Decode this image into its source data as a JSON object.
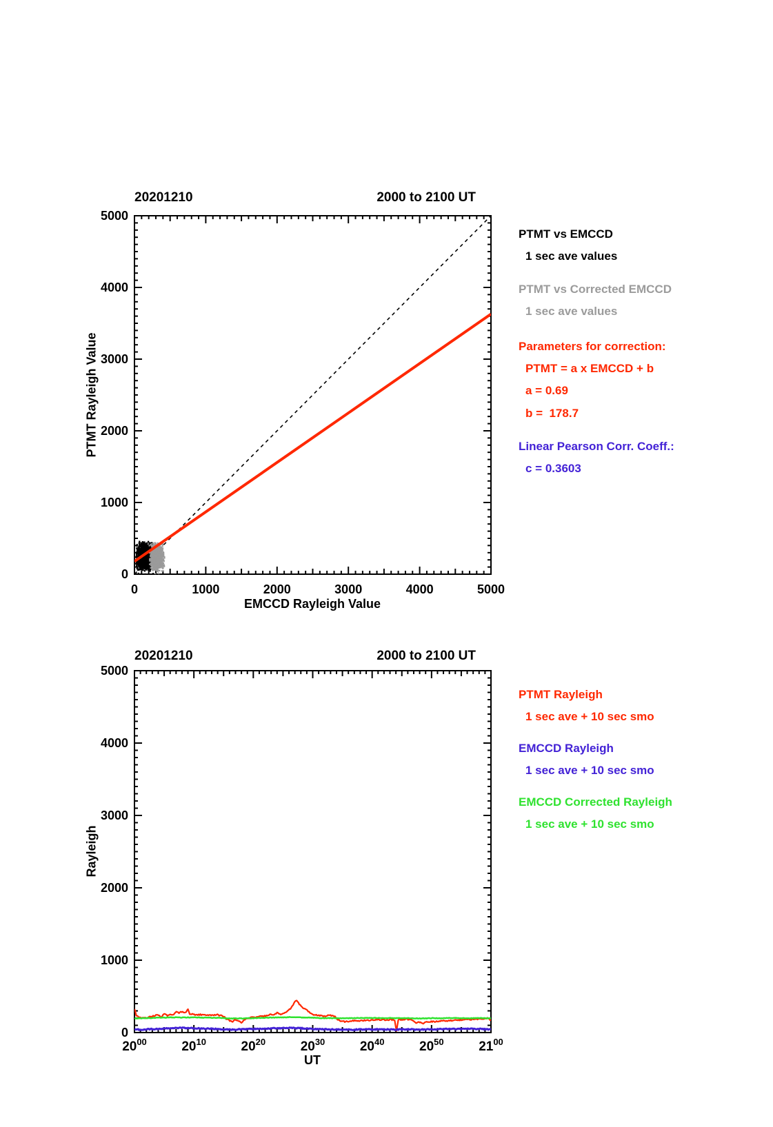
{
  "chart_data": [
    {
      "type": "scatter",
      "title_left": "20201210",
      "title_right": "2000 to 2100 UT",
      "xlabel": "EMCCD Rayleigh Value",
      "ylabel": "PTMT Rayleigh Value",
      "xlim": [
        0,
        5000
      ],
      "ylim": [
        0,
        5000
      ],
      "grid": false,
      "xticks": {
        "major": 1000,
        "mid": 500,
        "minor": 100,
        "labels": [
          "0",
          "1000",
          "2000",
          "3000",
          "4000",
          "5000"
        ]
      },
      "yticks": {
        "major": 1000,
        "minor": 100,
        "labels": [
          "0",
          "1000",
          "2000",
          "3000",
          "4000",
          "5000"
        ]
      },
      "clusters": [
        {
          "name": "PTMT vs EMCCD 1 sec ave values",
          "color": "#000000",
          "x_min": 10,
          "x_max": 270,
          "y_min": 40,
          "y_max": 460,
          "n": 1400,
          "seed": 7,
          "outliers": [
            [
              20,
              8
            ],
            [
              55,
              12
            ],
            [
              95,
              4
            ],
            [
              260,
              10
            ],
            [
              150,
              2
            ]
          ]
        },
        {
          "name": "PTMT vs Corrected EMCCD 1 sec ave values",
          "color": "#9b9b9b",
          "x_min": 205,
          "x_max": 425,
          "y_min": 30,
          "y_max": 450,
          "n": 950,
          "seed": 13,
          "outliers": [
            [
              290,
              6
            ],
            [
              340,
              12
            ]
          ]
        }
      ],
      "ref_line": {
        "name": "one-to-one-line",
        "x": [
          0,
          5000
        ],
        "y": [
          0,
          5000
        ],
        "dashed": true,
        "color": "#000000"
      },
      "fit_line": {
        "name": "correction-fit-line",
        "a": 0.69,
        "b": 178.7,
        "color": "#ff2800",
        "width": 4
      },
      "fit": {
        "a": "0.69",
        "b": "178.7",
        "c": "0.3603"
      },
      "legend": [
        {
          "text": "PTMT vs EMCCD",
          "color": "#000000",
          "indent": false
        },
        {
          "text": "1 sec ave values",
          "color": "#000000",
          "indent": true
        },
        {
          "text": "PTMT vs Corrected EMCCD",
          "color": "#9b9b9b",
          "indent": false
        },
        {
          "text": "1 sec ave values",
          "color": "#9b9b9b",
          "indent": true
        },
        {
          "text": "Parameters for correction:",
          "color": "#ff2800",
          "indent": false
        },
        {
          "text": "PTMT = a x EMCCD + b",
          "color": "#ff2800",
          "indent": true
        },
        {
          "text": "a = 0.69",
          "color": "#ff2800",
          "indent": true
        },
        {
          "text": "b =  178.7",
          "color": "#ff2800",
          "indent": true
        },
        {
          "text": "Linear Pearson Corr. Coeff.:",
          "color": "#4322d6",
          "indent": false
        },
        {
          "text": "c = 0.3603",
          "color": "#4322d6",
          "indent": true
        }
      ]
    },
    {
      "type": "line",
      "title_left": "20201210",
      "title_right": "2000 to 2100 UT",
      "xlabel": "UT",
      "ylabel": "Rayleigh",
      "xlim": [
        0,
        60
      ],
      "ylim": [
        0,
        5000
      ],
      "grid": false,
      "xticks": {
        "major": 10,
        "mid": 5,
        "minor": 1,
        "sup_labels": [
          {
            "base": "20",
            "sup": "00"
          },
          {
            "base": "20",
            "sup": "10"
          },
          {
            "base": "20",
            "sup": "20"
          },
          {
            "base": "20",
            "sup": "30"
          },
          {
            "base": "20",
            "sup": "40"
          },
          {
            "base": "20",
            "sup": "50"
          },
          {
            "base": "21",
            "sup": "00"
          }
        ]
      },
      "yticks": {
        "major": 1000,
        "minor": 100,
        "labels": [
          "0",
          "1000",
          "2000",
          "3000",
          "4000",
          "5000"
        ]
      },
      "series": [
        {
          "name": "PTMT Rayleigh",
          "color": "#ff2800",
          "width": 2.2,
          "noise": 9,
          "seed": 3,
          "x": [
            0,
            0.3,
            1,
            2,
            3,
            4,
            4.5,
            5,
            5.5,
            6,
            6.5,
            7,
            7.5,
            8,
            8.5,
            9,
            9.3,
            10,
            10.5,
            11,
            12,
            13,
            14,
            15,
            15.5,
            16,
            16.5,
            17,
            17.5,
            18,
            18.5,
            19,
            20,
            21,
            22,
            23,
            23.5,
            24,
            24.5,
            25,
            25.5,
            26,
            26.5,
            27,
            27.3,
            27.8,
            28.5,
            29,
            29.5,
            30,
            30.5,
            31,
            32,
            33,
            33.7,
            34.2,
            35,
            35.5,
            36,
            37,
            38,
            39,
            40,
            41,
            42,
            43,
            43.8,
            44.1,
            44.4,
            45,
            46,
            46.5,
            47,
            47.5,
            48,
            48.5,
            49,
            50,
            51,
            52,
            53,
            54,
            55,
            56,
            57,
            58,
            59,
            59.5,
            60
          ],
          "y": [
            330,
            230,
            205,
            200,
            225,
            245,
            215,
            260,
            235,
            255,
            240,
            290,
            275,
            285,
            265,
            330,
            260,
            255,
            240,
            250,
            245,
            240,
            245,
            225,
            185,
            165,
            150,
            180,
            165,
            130,
            175,
            200,
            210,
            220,
            230,
            255,
            240,
            280,
            250,
            270,
            285,
            310,
            355,
            430,
            445,
            390,
            330,
            310,
            280,
            255,
            240,
            235,
            230,
            235,
            230,
            170,
            160,
            150,
            155,
            165,
            160,
            170,
            175,
            180,
            175,
            180,
            175,
            15,
            175,
            180,
            185,
            175,
            150,
            135,
            145,
            125,
            140,
            150,
            155,
            160,
            165,
            170,
            175,
            180,
            185,
            190,
            195,
            200,
            165
          ]
        },
        {
          "name": "EMCCD Rayleigh",
          "color": "#4322d6",
          "width": 3,
          "noise": 7,
          "seed": 5,
          "x": [
            0,
            2,
            4,
            6,
            8,
            10,
            12,
            14,
            16,
            18,
            20,
            22,
            24,
            26,
            28,
            30,
            32,
            34,
            36,
            38,
            40,
            42,
            44,
            46,
            48,
            50,
            52,
            54,
            56,
            58,
            60
          ],
          "y": [
            40,
            45,
            50,
            60,
            65,
            60,
            55,
            50,
            40,
            45,
            50,
            55,
            60,
            65,
            60,
            50,
            45,
            45,
            40,
            42,
            45,
            45,
            40,
            45,
            42,
            45,
            48,
            50,
            52,
            50,
            45
          ]
        },
        {
          "name": "EMCCD Corrected Rayleigh",
          "color": "#2fe22f",
          "width": 2.5,
          "noise": 4,
          "seed": 9,
          "x": [
            0,
            2,
            4,
            6,
            8,
            10,
            12,
            14,
            16,
            18,
            20,
            22,
            24,
            26,
            27,
            28,
            30,
            32,
            34,
            36,
            38,
            40,
            42,
            44,
            46,
            48,
            50,
            52,
            54,
            56,
            58,
            60
          ],
          "y": [
            195,
            200,
            205,
            210,
            208,
            210,
            205,
            205,
            195,
            195,
            200,
            205,
            208,
            212,
            215,
            210,
            205,
            200,
            200,
            198,
            200,
            202,
            200,
            200,
            200,
            195,
            198,
            200,
            200,
            198,
            200,
            195
          ]
        }
      ],
      "legend": [
        {
          "text": "PTMT Rayleigh",
          "color": "#ff2800",
          "indent": false
        },
        {
          "text": "1 sec ave + 10 sec smo",
          "color": "#ff2800",
          "indent": true
        },
        {
          "text": "EMCCD Rayleigh",
          "color": "#4322d6",
          "indent": false
        },
        {
          "text": "1 sec ave + 10 sec smo",
          "color": "#4322d6",
          "indent": true
        },
        {
          "text": "EMCCD Corrected Rayleigh",
          "color": "#2fe22f",
          "indent": false
        },
        {
          "text": "1 sec ave + 10 sec smo",
          "color": "#2fe22f",
          "indent": true
        }
      ]
    }
  ]
}
